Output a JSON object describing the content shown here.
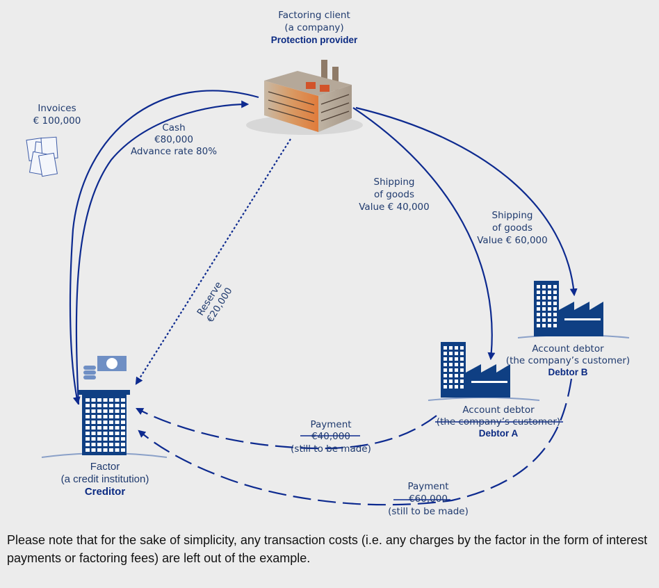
{
  "client": {
    "line1": "Factoring client",
    "line2": "(a company)",
    "role": "Protection provider"
  },
  "invoices": {
    "line1": "Invoices",
    "line2": "€ 100,000"
  },
  "cash": {
    "line1": "Cash",
    "line2": "€80,000",
    "line3": "Advance rate 80%"
  },
  "reserve": {
    "line1": "Reserve",
    "line2": "€20,000"
  },
  "shipping_a": {
    "line1": "Shipping",
    "line2": "of goods",
    "line3": "Value € 40,000"
  },
  "shipping_b": {
    "line1": "Shipping",
    "line2": "of goods",
    "line3": "Value € 60,000"
  },
  "debtor_a": {
    "line1": "Account debtor",
    "line2": "(the company’s customer)",
    "role": "Debtor A"
  },
  "debtor_b": {
    "line1": "Account debtor",
    "line2": "(the company’s customer)",
    "role": "Debtor B"
  },
  "factor": {
    "line1": "Factor",
    "line2": "(a credit institution)",
    "role": "Creditor"
  },
  "payment_a": {
    "line1": "Payment",
    "line2": "€40,000",
    "line3": "(still to be made)"
  },
  "payment_b": {
    "line1": "Payment",
    "line2": "€60,000",
    "line3": "(still to be made)"
  },
  "note": "Please note that for the sake of simplicity, any transaction costs (i.e. any charges by the factor in the form of interest payments or factoring fees) are left out of the example.",
  "colors": {
    "background": "#ececec",
    "flow": "#0d2a8f",
    "label": "#1f3a6e",
    "role": "#0b2a82",
    "building": "#0f3f83"
  },
  "icons": {
    "client": "factory-icon",
    "factor": "bank-building-icon",
    "debtor": "office-with-factory-icon",
    "invoices": "documents-icon"
  }
}
